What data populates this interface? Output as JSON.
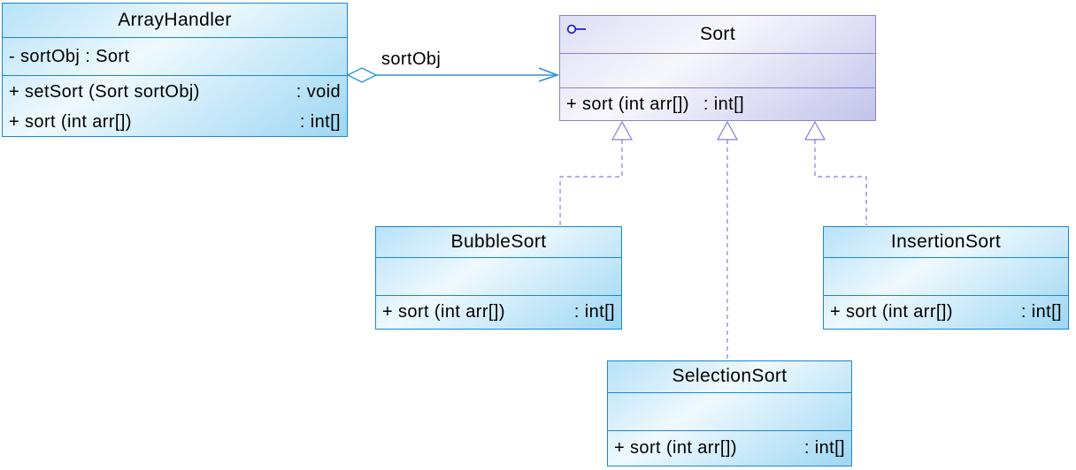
{
  "classes": {
    "array_handler": {
      "name": "ArrayHandler",
      "attributes": [
        "- sortObj  : Sort"
      ],
      "methods": [
        {
          "signature": "+ setSort (Sort sortObj)",
          "return_type": ": void"
        },
        {
          "signature": "+ sort (int arr[])",
          "return_type": ": int[]"
        }
      ]
    },
    "sort": {
      "name": "Sort",
      "icon": "interface-lollipop-icon",
      "attributes": [],
      "methods": [
        {
          "signature": "+ sort (int arr[])",
          "return_type": ": int[]"
        }
      ]
    },
    "bubble_sort": {
      "name": "BubbleSort",
      "attributes": [],
      "methods": [
        {
          "signature": "+ sort (int arr[])",
          "return_type": ": int[]"
        }
      ]
    },
    "selection_sort": {
      "name": "SelectionSort",
      "attributes": [],
      "methods": [
        {
          "signature": "+ sort (int arr[])",
          "return_type": ": int[]"
        }
      ]
    },
    "insertion_sort": {
      "name": "InsertionSort",
      "attributes": [],
      "methods": [
        {
          "signature": "+ sort (int arr[])",
          "return_type": ": int[]"
        }
      ]
    }
  },
  "relationships": {
    "aggregation": {
      "type": "aggregation",
      "from": "ArrayHandler",
      "to": "Sort",
      "label": "sortObj"
    },
    "realizations": [
      {
        "type": "realization",
        "from": "BubbleSort",
        "to": "Sort"
      },
      {
        "type": "realization",
        "from": "SelectionSort",
        "to": "Sort"
      },
      {
        "type": "realization",
        "from": "InsertionSort",
        "to": "Sort"
      }
    ]
  },
  "colors": {
    "class_border_blue": "#1a86d5",
    "class_fill_blue_top": "#b7e2f8",
    "class_fill_blue_bottom": "#9ed7f3",
    "interface_border_purple": "#8585cd",
    "interface_fill_top": "#dedef5",
    "interface_fill_bottom": "#c3c3eb",
    "realization_line": "#8080d8",
    "association_line": "#2d95d8",
    "interface_icon": "#1a1acc",
    "text": "#000000",
    "background": "#ffffff"
  }
}
